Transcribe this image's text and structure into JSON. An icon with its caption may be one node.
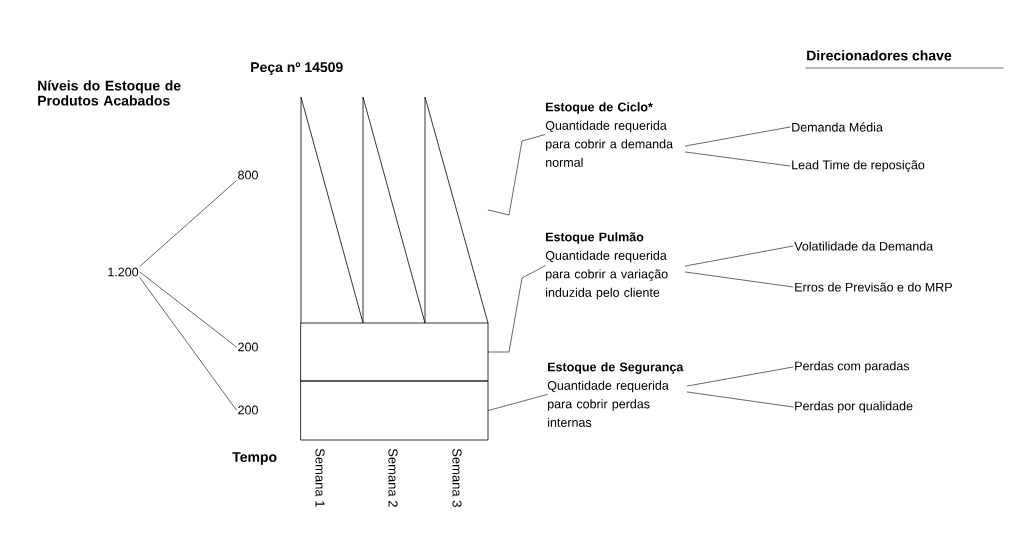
{
  "diagram": {
    "title": "Níveis do Estoque de Produtos Acabados",
    "nodes": [
      {
        "text": [
          "1.200"
        ]
      },
      {
        "text": [
          "800"
        ]
      },
      {
        "text": [
          "200"
        ]
      },
      {
        "text": [
          "200"
        ]
      },
      {
        "text": [
          "Estoque de Ciclo*",
          "Quantidade requerida para cobrir a demanda normal"
        ]
      },
      {
        "text": [
          "Estoque Pulmão",
          "Quantidade requerida para cobrir a variação induzida pelo cliente"
        ]
      },
      {
        "text": [
          "Estoque de Segurança",
          "Quantidade requerida para cobrir perdas internas"
        ]
      },
      {
        "text": [
          "Demanda Média"
        ]
      },
      {
        "text": [
          "Lead Time de reposição"
        ]
      },
      {
        "text": [
          "Volatilidade da Demanda"
        ]
      },
      {
        "text": [
          "Erros de Previsão e do MRP"
        ]
      },
      {
        "text": [
          "Perdas com paradas"
        ]
      },
      {
        "text": [
          "Perdas por qualidade"
        ]
      },
      {
        "text": [],
        "shape": "picture"
      },
      {
        "text": [],
        "shape": "bar"
      },
      {
        "text": [],
        "shape": "bar"
      }
    ],
    "edges": [
      {
        "from": 0,
        "to": 1,
        "arrow": "none"
      },
      {
        "from": 0,
        "to": 2,
        "arrow": "none"
      },
      {
        "from": 0,
        "to": 3,
        "arrow": "none"
      },
      {
        "from": 4,
        "to": 13,
        "arrow": "none"
      },
      {
        "from": 4,
        "to": 7,
        "arrow": "none"
      },
      {
        "from": 4,
        "to": 8,
        "arrow": "none"
      },
      {
        "from": 5,
        "to": 14,
        "arrow": "none"
      },
      {
        "from": 5,
        "to": 9,
        "arrow": "none"
      },
      {
        "from": 5,
        "to": 10,
        "arrow": "none"
      },
      {
        "from": 6,
        "to": 15,
        "arrow": "none"
      },
      {
        "from": 6,
        "to": 11,
        "arrow": "none"
      },
      {
        "from": 6,
        "to": 12,
        "arrow": "none"
      }
    ],
    "labels": [
      "Peça nº 14509",
      "Direcionadores chave",
      "Tempo",
      "Semana 1",
      "Semana 2",
      "Semana 3"
    ]
  }
}
